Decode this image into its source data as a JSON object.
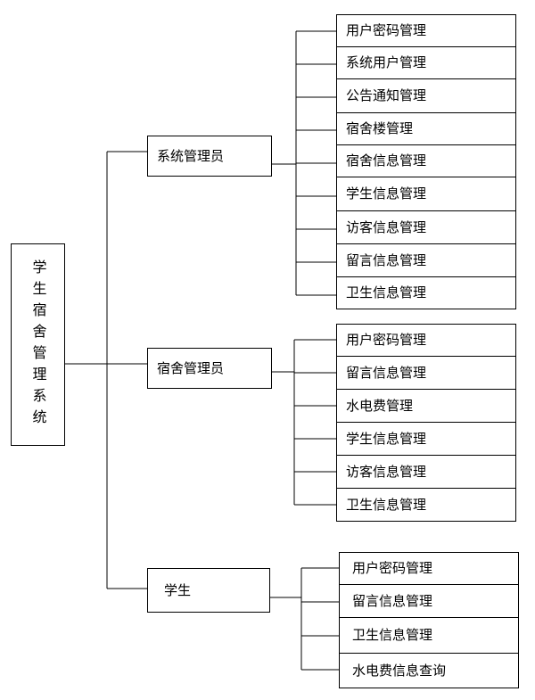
{
  "root": "学生宿舍管理系统",
  "roles": [
    {
      "label": "系统管理员",
      "items": [
        "用户密码管理",
        "系统用户管理",
        "公告通知管理",
        "宿舍楼管理",
        "宿舍信息管理",
        "学生信息管理",
        "访客信息管理",
        "留言信息管理",
        "卫生信息管理"
      ]
    },
    {
      "label": "宿舍管理员",
      "items": [
        "用户密码管理",
        "留言信息管理",
        "水电费管理",
        "学生信息管理",
        "访客信息管理",
        "卫生信息管理"
      ]
    },
    {
      "label": "学生",
      "items": [
        "用户密码管理",
        "留言信息管理",
        "卫生信息管理",
        "水电费信息查询"
      ]
    }
  ]
}
